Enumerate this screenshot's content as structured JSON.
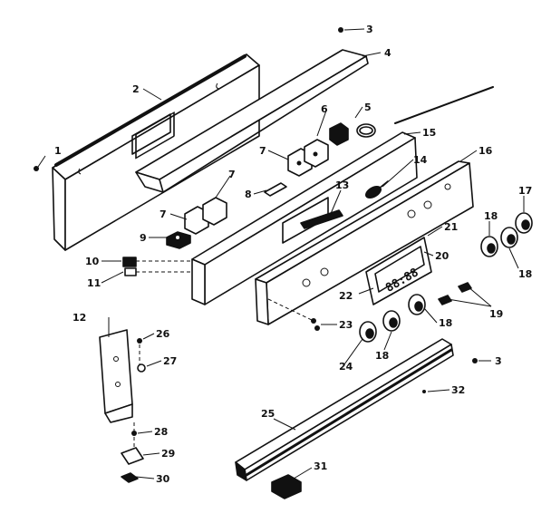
{
  "diagram": {
    "labels": [
      {
        "id": "p1",
        "text": "1"
      },
      {
        "id": "p2",
        "text": "2"
      },
      {
        "id": "p3a",
        "text": "3"
      },
      {
        "id": "p3b",
        "text": "3"
      },
      {
        "id": "p4",
        "text": "4"
      },
      {
        "id": "p5",
        "text": "5"
      },
      {
        "id": "p6",
        "text": "6"
      },
      {
        "id": "p7a",
        "text": "7"
      },
      {
        "id": "p7b",
        "text": "7"
      },
      {
        "id": "p7c",
        "text": "7"
      },
      {
        "id": "p8",
        "text": "8"
      },
      {
        "id": "p9",
        "text": "9"
      },
      {
        "id": "p10",
        "text": "10"
      },
      {
        "id": "p11",
        "text": "11"
      },
      {
        "id": "p12",
        "text": "12"
      },
      {
        "id": "p13",
        "text": "13"
      },
      {
        "id": "p14",
        "text": "14"
      },
      {
        "id": "p15",
        "text": "15"
      },
      {
        "id": "p16",
        "text": "16"
      },
      {
        "id": "p17",
        "text": "17"
      },
      {
        "id": "p18a",
        "text": "18"
      },
      {
        "id": "p18b",
        "text": "18"
      },
      {
        "id": "p18c",
        "text": "18"
      },
      {
        "id": "p18d",
        "text": "18"
      },
      {
        "id": "p19",
        "text": "19"
      },
      {
        "id": "p20",
        "text": "20"
      },
      {
        "id": "p21",
        "text": "21"
      },
      {
        "id": "p22",
        "text": "22"
      },
      {
        "id": "p23",
        "text": "23"
      },
      {
        "id": "p24",
        "text": "24"
      },
      {
        "id": "p25",
        "text": "25"
      },
      {
        "id": "p26",
        "text": "26"
      },
      {
        "id": "p27",
        "text": "27"
      },
      {
        "id": "p28",
        "text": "28"
      },
      {
        "id": "p29",
        "text": "29"
      },
      {
        "id": "p30",
        "text": "30"
      },
      {
        "id": "p31",
        "text": "31"
      },
      {
        "id": "p32",
        "text": "32"
      }
    ],
    "clock_display": "88:88"
  }
}
